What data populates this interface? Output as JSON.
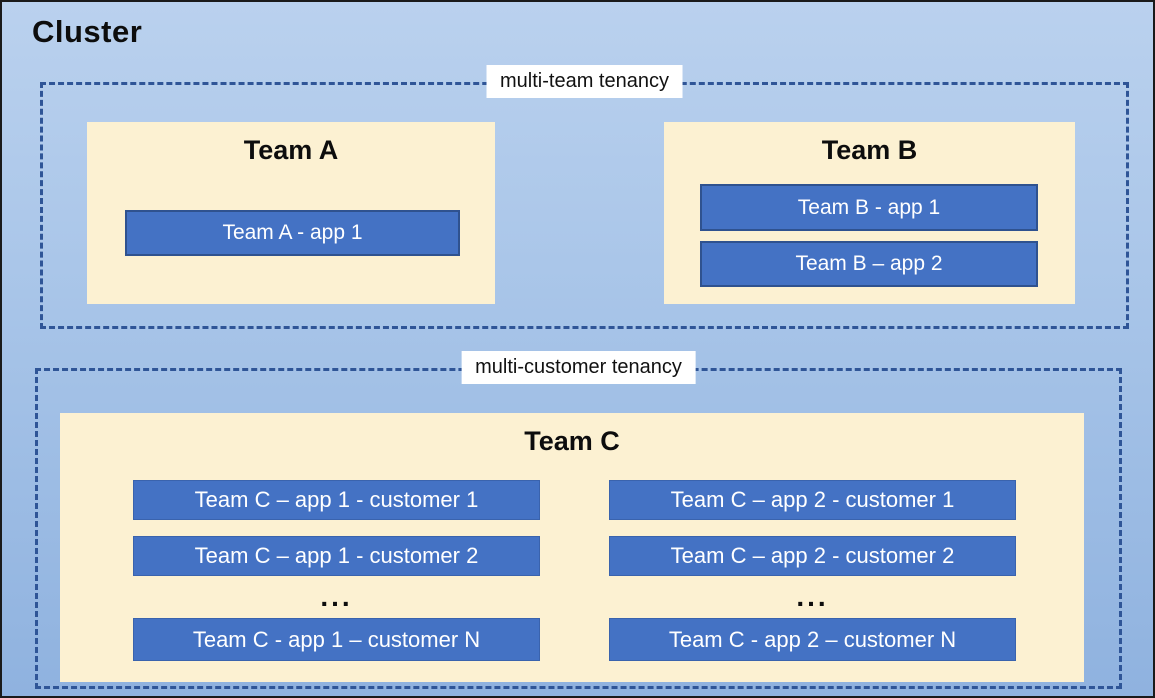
{
  "title": "Cluster",
  "sections": [
    {
      "label": "multi-team tenancy",
      "teams": [
        {
          "name": "Team A",
          "apps": [
            "Team A - app 1"
          ]
        },
        {
          "name": "Team B",
          "apps": [
            "Team B - app 1",
            "Team B – app 2"
          ]
        }
      ]
    },
    {
      "label": "multi-customer tenancy",
      "team": {
        "name": "Team C",
        "columns": [
          {
            "apps": [
              "Team C – app 1 - customer 1",
              "Team C – app 1 - customer 2"
            ],
            "more": "...",
            "last": "Team C - app 1 – customer N"
          },
          {
            "apps": [
              "Team C – app 2 - customer 1",
              "Team C – app 2 - customer 2"
            ],
            "more": "...",
            "last": "Team C - app 2 – customer N"
          }
        ]
      }
    }
  ],
  "colors": {
    "cluster_background_top": "#BAD1EE",
    "cluster_background_bottom": "#8FB2DF",
    "dashed_border": "#2F5597",
    "team_panel_fill": "#FCF1D2",
    "app_fill": "#4472C4",
    "app_border": "#2F528F",
    "app_text": "#FFFFFF",
    "title_text": "#0D0D0D",
    "label_background": "#FFFFFF"
  }
}
